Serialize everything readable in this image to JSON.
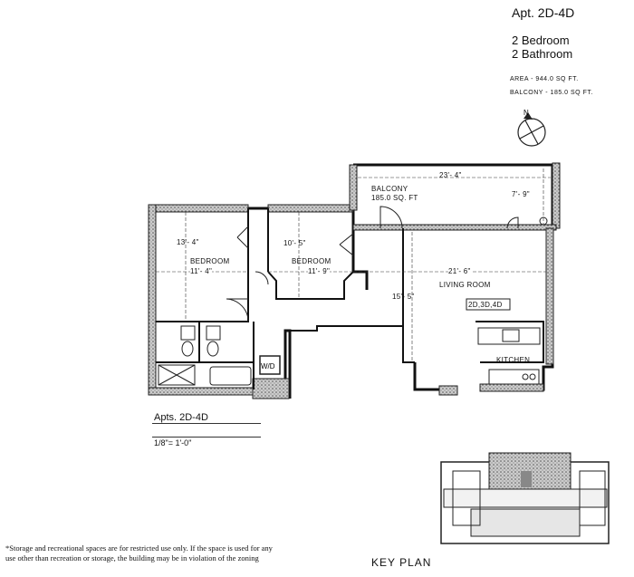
{
  "header": {
    "apt_title": "Apt. 2D-4D",
    "bedrooms": "2 Bedroom",
    "bathrooms": "2 Bathroom",
    "area": "AREA - 944.0 SQ FT.",
    "balcony_area": "BALCONY - 185.0 SQ FT."
  },
  "rooms": {
    "balcony_name": "BALCONY",
    "balcony_sqft": "185.0 SQ. FT",
    "balcony_width": "23'- 4\"",
    "balcony_depth": "7'- 9\"",
    "bedroom1_name": "BEDROOM",
    "bedroom1_depth": "13'- 4\"",
    "bedroom1_width": "11'- 4\"",
    "bedroom2_name": "BEDROOM",
    "bedroom2_depth": "10'- 5\"",
    "bedroom2_width": "11'- 9\"",
    "living_name": "LIVING ROOM",
    "living_width": "21'- 6\"",
    "living_depth": "15'- 5\"",
    "unit_tag": "2D,3D,4D",
    "kitchen_name": "KITCHEN",
    "wd_label": "W/D"
  },
  "footer": {
    "apts": "Apts. 2D-4D",
    "scale": "1/8\"= 1'-0\"",
    "note": "*Storage and recreational spaces are for restricted use only. If the space is used for any use other than recreation or storage, the building may be in violation of the zoning",
    "key_plan": "KEY PLAN"
  },
  "compass": {
    "north_label": "N"
  }
}
